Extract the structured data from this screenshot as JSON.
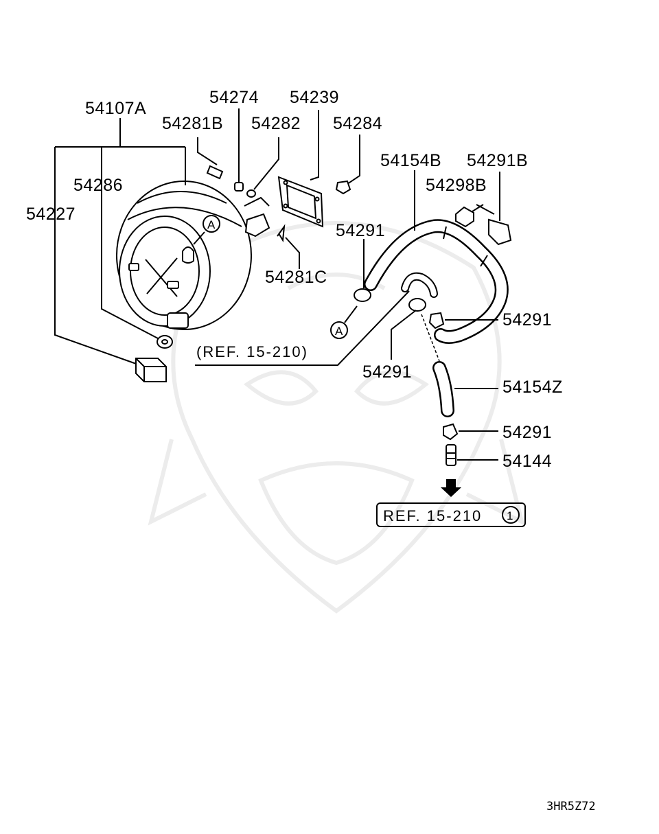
{
  "diagram": {
    "labels": {
      "p54107A": "54107A",
      "p54274": "54274",
      "p54239": "54239",
      "p54281B": "54281B",
      "p54282": "54282",
      "p54284": "54284",
      "p54154B": "54154B",
      "p54291B": "54291B",
      "p54286": "54286",
      "p54298B": "54298B",
      "p54227": "54227",
      "p54291_top": "54291",
      "p54281C": "54281C",
      "p54291_r1": "54291",
      "p54291_mid": "54291",
      "p54154Z": "54154Z",
      "p54291_r2": "54291",
      "p54144": "54144"
    },
    "markers": {
      "callout_a_upper": "A",
      "callout_a_lower": "A"
    },
    "references": {
      "ref_left": "(REF. 15-210)",
      "ref_box_text": "REF. 15-210",
      "ref_box_circle": "1"
    },
    "code": "3HR5Z72"
  }
}
